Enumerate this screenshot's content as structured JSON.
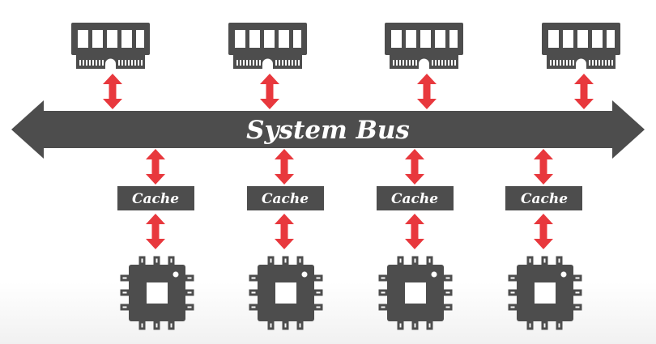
{
  "diagram": {
    "bus_label": "System Bus",
    "cache_label": "Cache",
    "memory_modules": [
      {
        "name": "memory-module-1"
      },
      {
        "name": "memory-module-2"
      },
      {
        "name": "memory-module-3"
      },
      {
        "name": "memory-module-4"
      }
    ],
    "processors": [
      {
        "name": "cpu-1",
        "cache": "Cache"
      },
      {
        "name": "cpu-2",
        "cache": "Cache"
      },
      {
        "name": "cpu-3",
        "cache": "Cache"
      },
      {
        "name": "cpu-4",
        "cache": "Cache"
      }
    ],
    "colors": {
      "dark": "#4d4d4d",
      "arrow": "#e8383d",
      "white": "#ffffff"
    },
    "icons": [
      "memory-chip-icon",
      "cpu-chip-icon",
      "double-arrow-icon"
    ]
  }
}
